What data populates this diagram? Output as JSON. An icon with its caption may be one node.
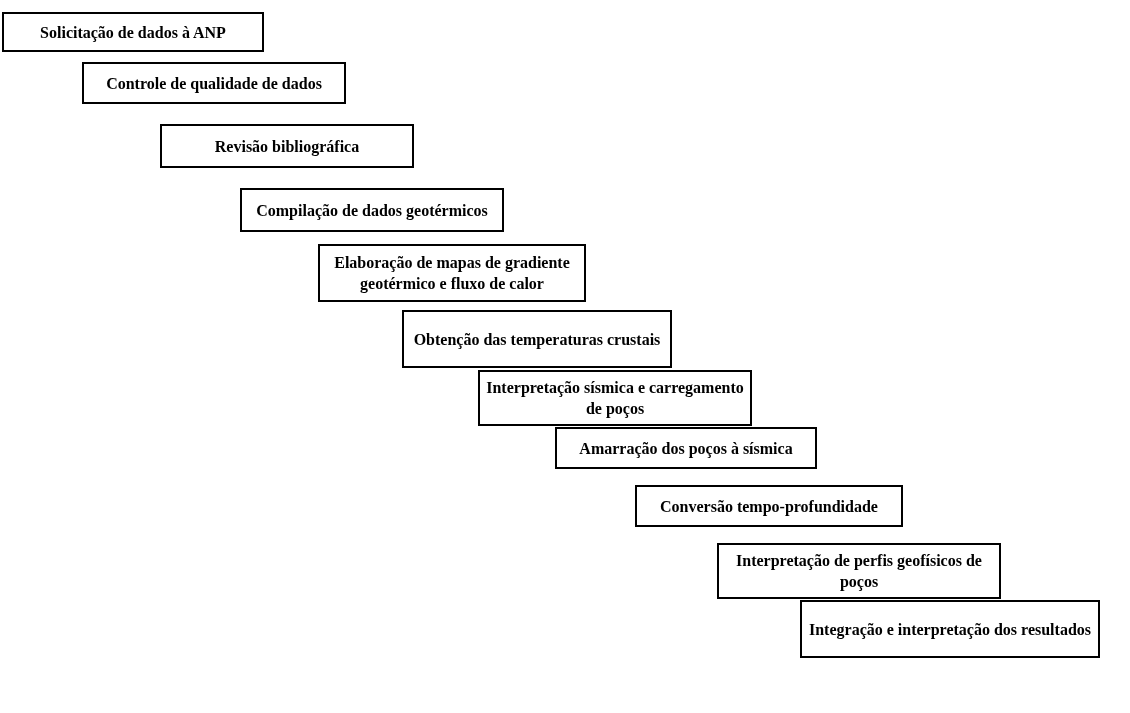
{
  "diagram": {
    "nodes": [
      {
        "text": [
          "Solicitação de dados à ANP"
        ]
      },
      {
        "text": [
          "Controle de qualidade de dados"
        ]
      },
      {
        "text": [
          "Revisão bibliográfica"
        ]
      },
      {
        "text": [
          "Compilação de dados geotérmicos"
        ]
      },
      {
        "text": [
          "Elaboração de mapas de gradiente geotérmico e fluxo de calor"
        ]
      },
      {
        "text": [
          "Obtenção das temperaturas crustais"
        ]
      },
      {
        "text": [
          "Interpretação sísmica e carregamento de poços"
        ]
      },
      {
        "text": [
          "Amarração dos poços à sísmica"
        ]
      },
      {
        "text": [
          "Conversão tempo-profundidade"
        ]
      },
      {
        "text": [
          "Interpretação de perfis geofísicos de poços"
        ]
      },
      {
        "text": [
          "Integração e interpretação dos resultados"
        ]
      }
    ]
  }
}
